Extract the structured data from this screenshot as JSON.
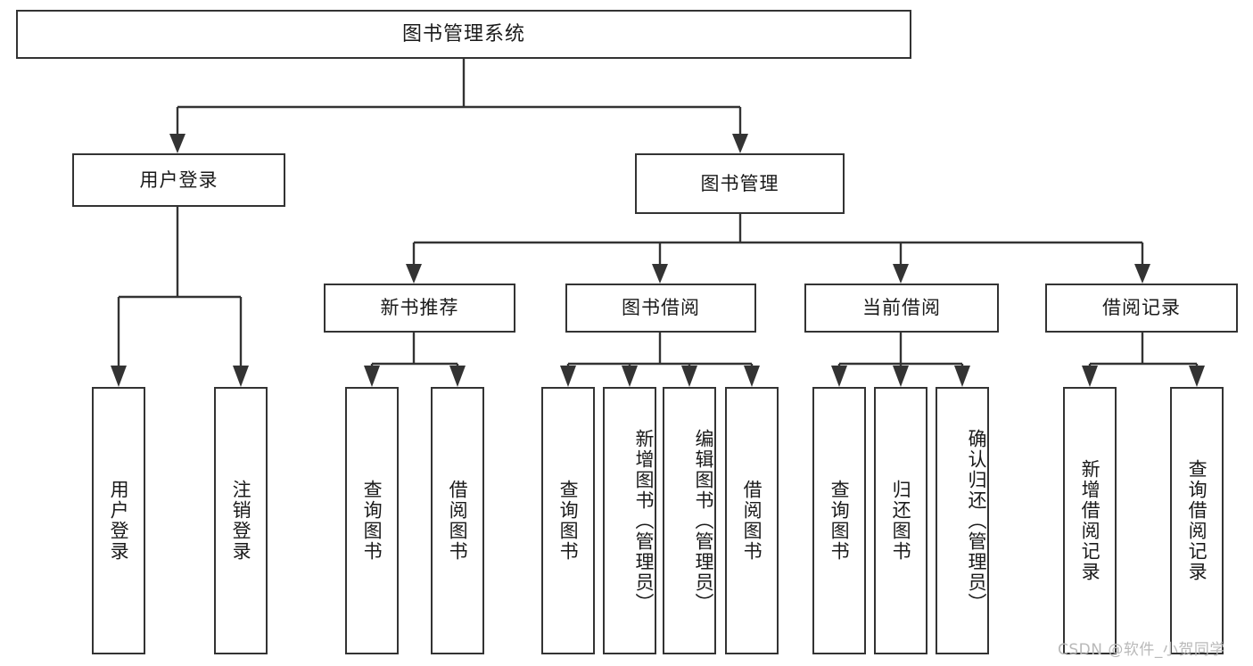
{
  "diagram": {
    "title": "图书管理系统",
    "type": "hierarchy-tree",
    "root": {
      "label": "图书管理系统"
    },
    "level2": [
      {
        "label": "用户登录"
      },
      {
        "label": "图书管理"
      }
    ],
    "level3": [
      {
        "label": "新书推荐"
      },
      {
        "label": "图书借阅"
      },
      {
        "label": "当前借阅"
      },
      {
        "label": "借阅记录"
      }
    ],
    "leaves": {
      "user_login": [
        {
          "label": "用户登录"
        },
        {
          "label": "注销登录"
        }
      ],
      "new_book_recommend": [
        {
          "label": "查询图书"
        },
        {
          "label": "借阅图书"
        }
      ],
      "book_borrow": [
        {
          "label": "查询图书"
        },
        {
          "label": "新增图书（管理员）"
        },
        {
          "label": "编辑图书（管理员）"
        },
        {
          "label": "借阅图书"
        }
      ],
      "current_borrow": [
        {
          "label": "查询图书"
        },
        {
          "label": "归还图书"
        },
        {
          "label": "确认归还（管理员）"
        }
      ],
      "borrow_record": [
        {
          "label": "新增借阅记录"
        },
        {
          "label": "查询借阅记录"
        }
      ]
    }
  },
  "watermark": {
    "text": "CSDN @软件_小贺同学"
  },
  "colors": {
    "border": "#333333",
    "background": "#ffffff",
    "text": "#1a1a1a",
    "watermark": "#b9b9b9"
  }
}
